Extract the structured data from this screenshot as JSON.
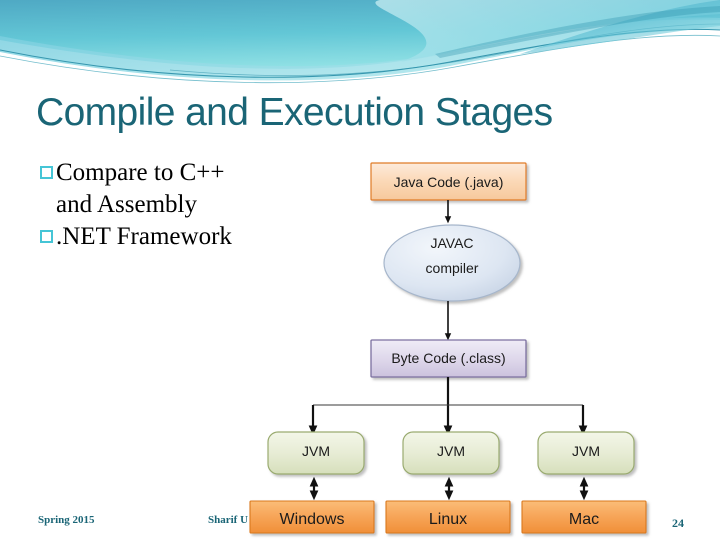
{
  "slide": {
    "title": "Compile and Execution Stages",
    "title_color": "#1a6576",
    "background": "#ffffff"
  },
  "bullets": [
    {
      "marker": "hollow-square",
      "text": "Compare to C++ and Assembly"
    },
    {
      "marker": "hollow-square",
      "text": ".NET Framework"
    }
  ],
  "bullet_marker_color": "#45c5d6",
  "diagram": {
    "type": "flowchart",
    "nodes": [
      {
        "id": "java-code",
        "label": "Java Code (.java)",
        "shape": "rectangle",
        "fill": "#fbd9b8",
        "stroke": "#e07b28"
      },
      {
        "id": "javac",
        "label_line1": "JAVAC",
        "label_line2": "compiler",
        "shape": "ellipse",
        "fill": "#dbe5f1",
        "stroke": "#9aadc4"
      },
      {
        "id": "byte-code",
        "label": "Byte Code (.class)",
        "shape": "rectangle",
        "fill": "#ddd7ea",
        "stroke": "#7b6fa0"
      },
      {
        "id": "jvm-0",
        "label": "JVM",
        "shape": "rounded-rectangle",
        "fill": "#e6ebd3",
        "stroke": "#9aab70"
      },
      {
        "id": "jvm-1",
        "label": "JVM",
        "shape": "rounded-rectangle",
        "fill": "#e6ebd3",
        "stroke": "#9aab70"
      },
      {
        "id": "jvm-2",
        "label": "JVM",
        "shape": "rounded-rectangle",
        "fill": "#e6ebd3",
        "stroke": "#9aab70"
      },
      {
        "id": "os-0",
        "label": "Windows",
        "shape": "rectangle",
        "fill": "#f7a95c",
        "stroke": "#d9781f"
      },
      {
        "id": "os-1",
        "label": "Linux",
        "shape": "rectangle",
        "fill": "#f7a95c",
        "stroke": "#d9781f"
      },
      {
        "id": "os-2",
        "label": "Mac",
        "shape": "rectangle",
        "fill": "#f7a95c",
        "stroke": "#d9781f"
      }
    ],
    "edges": [
      {
        "from": "java-code",
        "to": "javac",
        "style": "arrow-down"
      },
      {
        "from": "javac",
        "to": "byte-code",
        "style": "arrow-down"
      },
      {
        "from": "byte-code",
        "to": "jvm-0",
        "style": "arrow-branch"
      },
      {
        "from": "byte-code",
        "to": "jvm-1",
        "style": "arrow-branch"
      },
      {
        "from": "byte-code",
        "to": "jvm-2",
        "style": "arrow-branch"
      },
      {
        "from": "jvm-0",
        "to": "os-0",
        "style": "double-arrow"
      },
      {
        "from": "jvm-1",
        "to": "os-1",
        "style": "double-arrow"
      },
      {
        "from": "jvm-2",
        "to": "os-2",
        "style": "double-arrow"
      }
    ]
  },
  "footer": {
    "left": "Spring 2015",
    "center": "Sharif U",
    "page": "24",
    "color": "#1a6576"
  }
}
